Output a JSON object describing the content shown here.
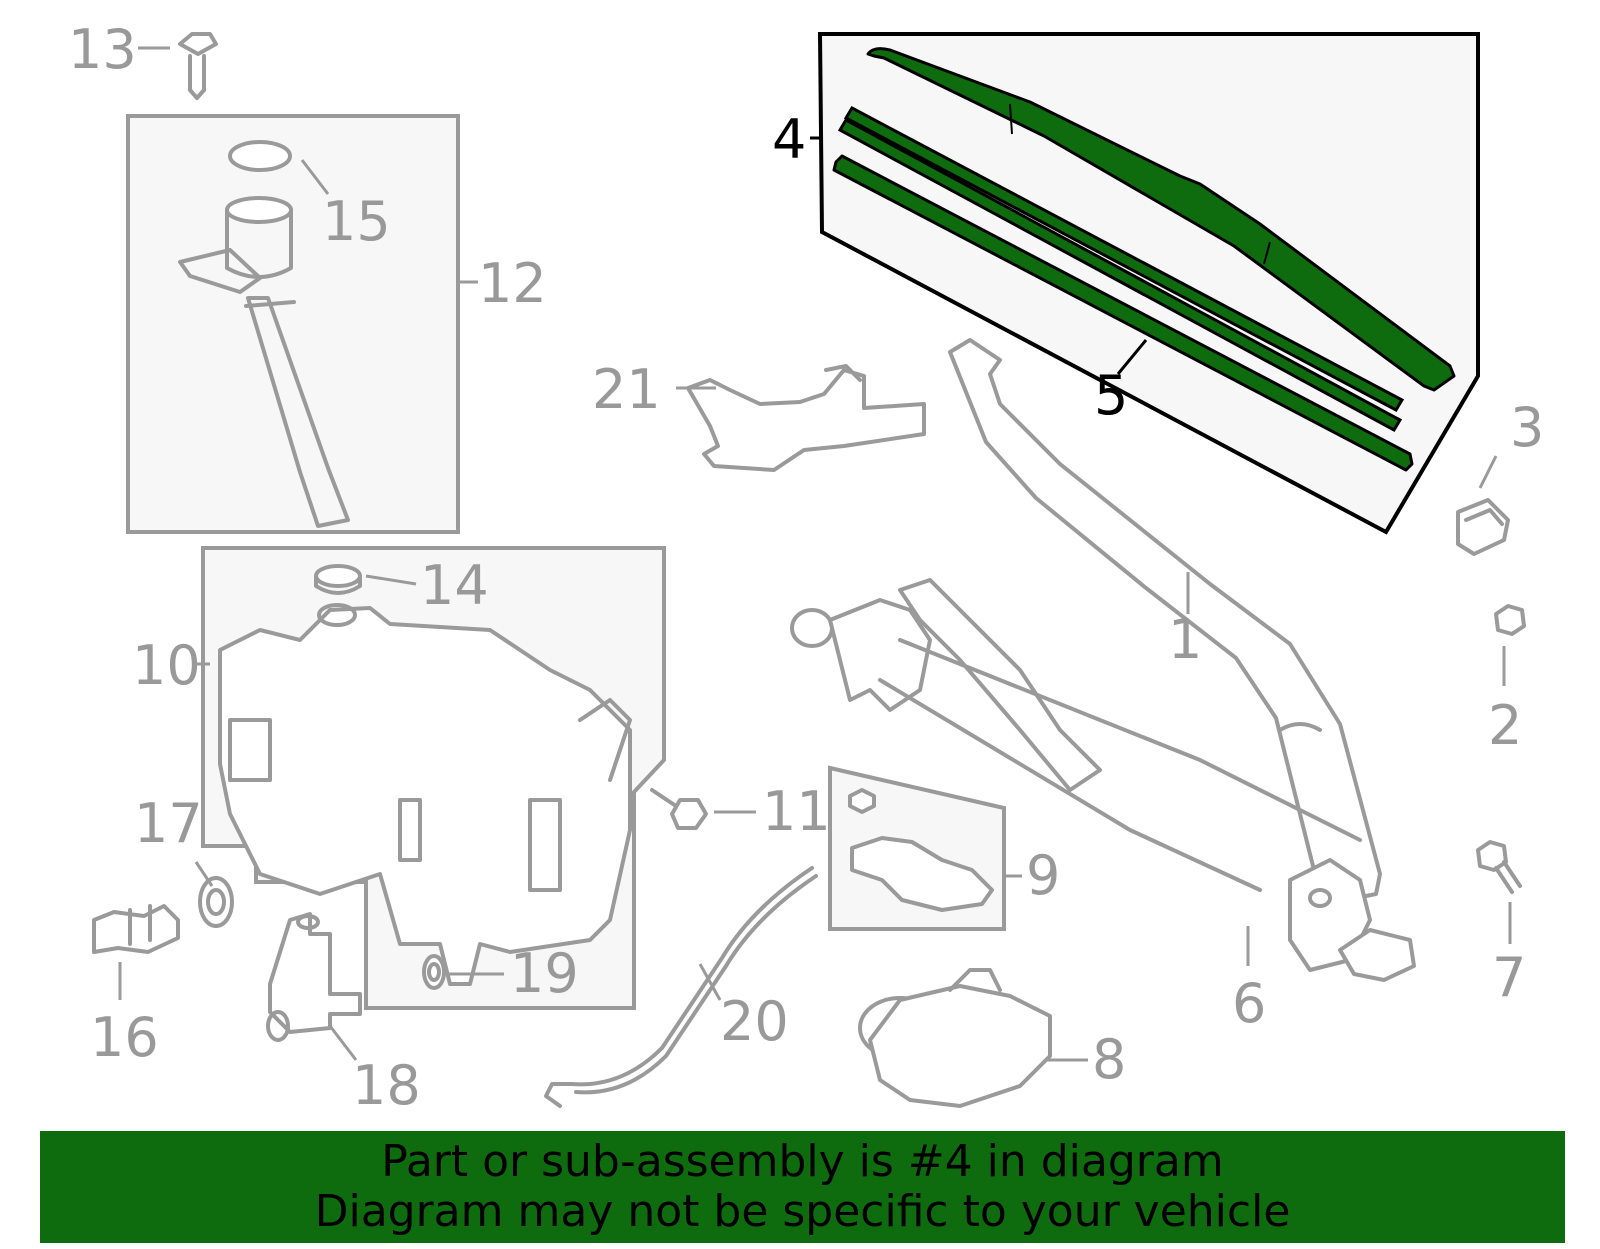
{
  "diagram": {
    "callouts": {
      "c1": "1",
      "c2": "2",
      "c3": "3",
      "c4": "4",
      "c5": "5",
      "c6": "6",
      "c7": "7",
      "c8": "8",
      "c9": "9",
      "c10": "10",
      "c11": "11",
      "c12": "12",
      "c13": "13",
      "c14": "14",
      "c15": "15",
      "c16": "16",
      "c17": "17",
      "c18": "18",
      "c19": "19",
      "c20": "20",
      "c21": "21"
    },
    "highlight_color": "#0e6b0e",
    "highlighted_part": "4"
  },
  "banner": {
    "line1": "Part or sub-assembly is #4 in diagram",
    "line2": "Diagram may not be specific to your vehicle"
  }
}
